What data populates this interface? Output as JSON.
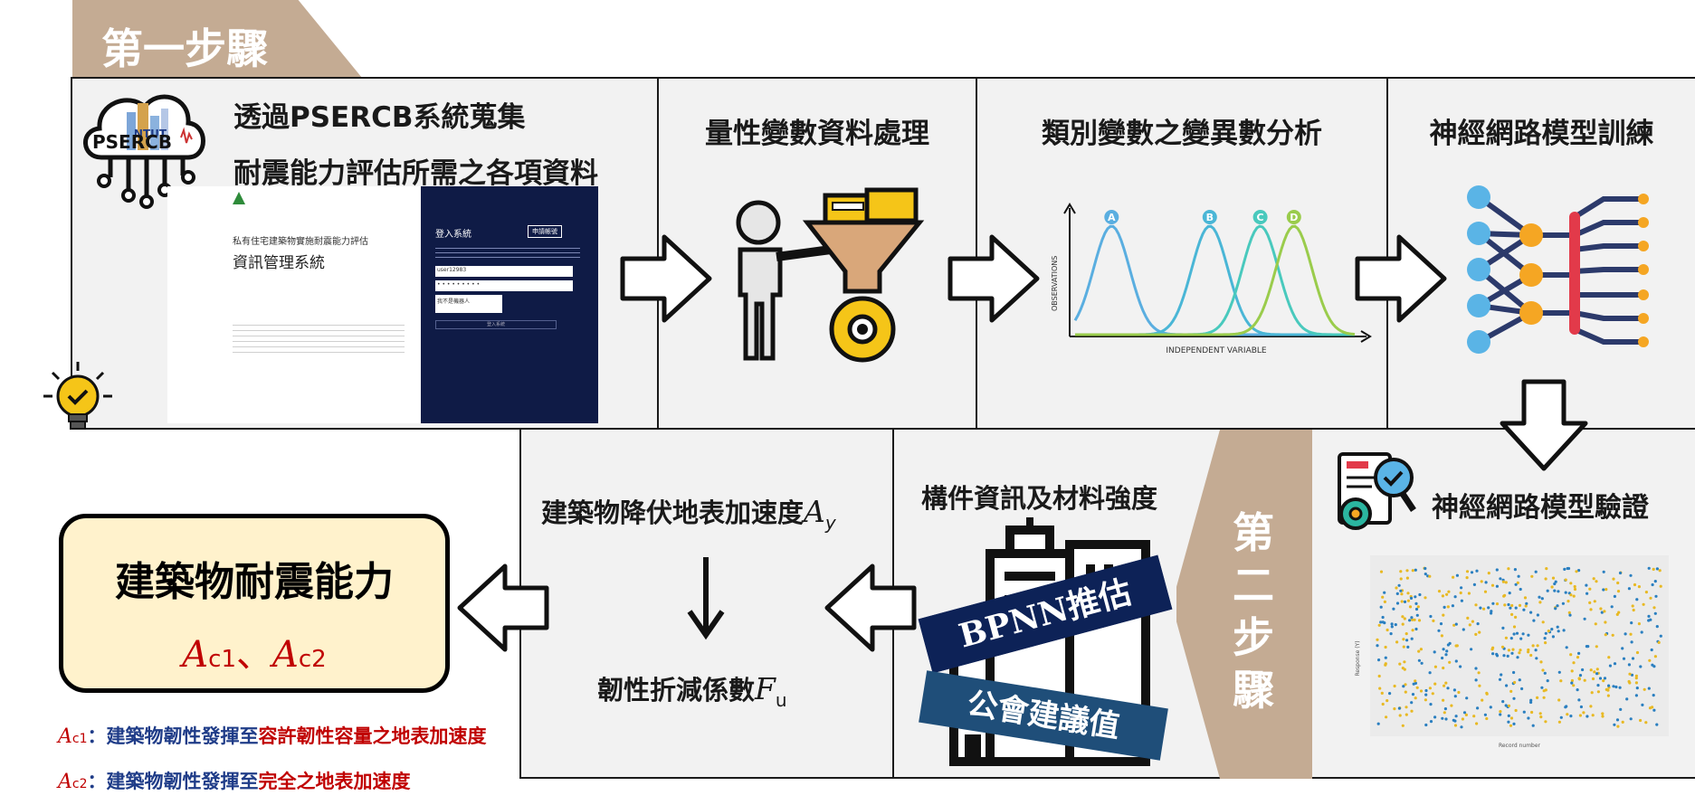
{
  "step1": {
    "label": "第一步驟"
  },
  "step2": {
    "chars": [
      "第",
      "二",
      "步",
      "驟"
    ]
  },
  "panel1": {
    "line1": "透過PSERCB系統蒐集",
    "line2": "耐震能力評估所需之各項資料",
    "logo_text": "PSERCB",
    "logo_small": "NTUT"
  },
  "login": {
    "left_header": "私有住宅建築物實施耐震能力評估",
    "left_title": "資訊管理系統",
    "right_title": "登入系統",
    "small_button": "申請帳號",
    "field_user": "user12983",
    "field_pass": "• • • • • • • • •",
    "captcha": "我不是機器人",
    "login_button": "登入系統"
  },
  "panel2": {
    "title": "量性變數資料處理"
  },
  "panel3": {
    "title": "類別變數之變異數分析"
  },
  "panel4": {
    "title": "神經網路模型訓練"
  },
  "panel5": {
    "title": "神經網路模型驗證"
  },
  "panel6": {
    "title": "構件資訊及材料強度",
    "banner1": "BPNN推估",
    "banner2": "公會建議值"
  },
  "panel7": {
    "line1": "建築物降伏地表加速度",
    "line1_var": "A",
    "line1_sub": "y",
    "line2": "韌性折減係數",
    "line2_var": "F",
    "line2_sub": "u"
  },
  "result": {
    "title": "建築物耐震能力",
    "var1": "A",
    "sub1": "c1",
    "sep": "、",
    "var2": "A",
    "sub2": "c2"
  },
  "footnotes": [
    {
      "var": "A",
      "sub": "c1",
      "text_blue": "：建築物韌性發揮至",
      "text_red": "容許韌性容量之地表加速度"
    },
    {
      "var": "A",
      "sub": "c2",
      "text_blue": "：建築物韌性發揮至",
      "text_red": "完全之地表加速度"
    }
  ],
  "anova_chart": {
    "xlabel": "INDEPENDENT VARIABLE",
    "ylabel": "OBSERVATIONS",
    "series": [
      {
        "name": "A",
        "center": 0.13,
        "color": "#5aaee0"
      },
      {
        "name": "B",
        "center": 0.48,
        "color": "#4ab6d6"
      },
      {
        "name": "C",
        "center": 0.66,
        "color": "#49c9bd"
      },
      {
        "name": "D",
        "center": 0.78,
        "color": "#9acc4c"
      }
    ]
  },
  "scatter": {
    "xlabel": "Record number",
    "ylabel": "Response (Y)"
  },
  "colors": {
    "tan": "#c4ab93",
    "navy": "#0d2257",
    "steel": "#1f4e79",
    "panel": "#f2f2f2",
    "result_fill": "#fff2cc",
    "red": "#c00000",
    "blue": "#1f3c88"
  }
}
